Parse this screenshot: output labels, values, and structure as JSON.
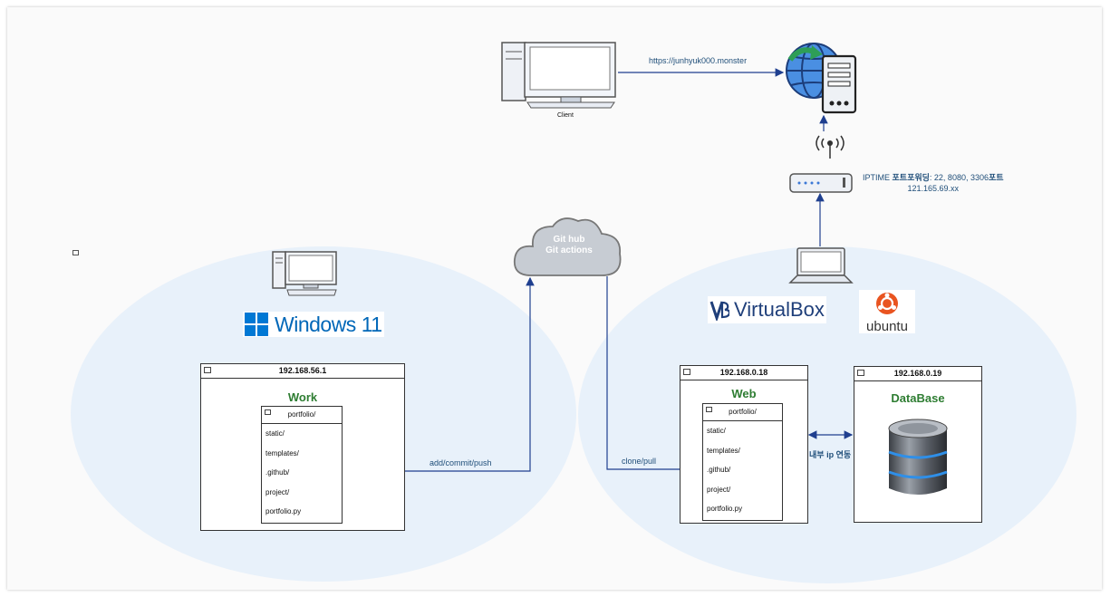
{
  "client": {
    "label": "Client"
  },
  "url_edge": {
    "label": "https://junhyuk000.monster"
  },
  "router": {
    "line1_prefix": "IPTIME ",
    "line1_bold": "포트포워딩",
    "line1_mid": ": 22, 8080, 3306",
    "line1_bold2": "포트",
    "line2": "121.165.69.xx"
  },
  "cloud": {
    "line1": "Git hub",
    "line2": "Git actions"
  },
  "windows": {
    "logo_text": "Windows 11"
  },
  "virtualbox": {
    "logo_text": "VirtualBox"
  },
  "ubuntu": {
    "logo_text": "ubuntu"
  },
  "work_box": {
    "ip": "192.168.56.1",
    "title": "Work",
    "folder": {
      "header": "portfolio/",
      "items": [
        "static/",
        "templates/",
        ".github/",
        "project/",
        "portfolio.py"
      ]
    }
  },
  "web_box": {
    "ip": "192.168.0.18",
    "title": "Web",
    "folder": {
      "header": "portfolio/",
      "items": [
        "static/",
        "templates/",
        ".github/",
        "project/",
        "portfolio.py"
      ]
    }
  },
  "db_box": {
    "ip": "192.168.0.19",
    "title": "DataBase"
  },
  "edges": {
    "push": "add/commit/push",
    "pull": "clone/pull",
    "internal": {
      "line1": "내부",
      "line2": "ip 연동"
    }
  },
  "colors": {
    "arrow": "#1f3f8f",
    "title_green": "#2e7d32",
    "ellipse": "#e6eff9"
  }
}
